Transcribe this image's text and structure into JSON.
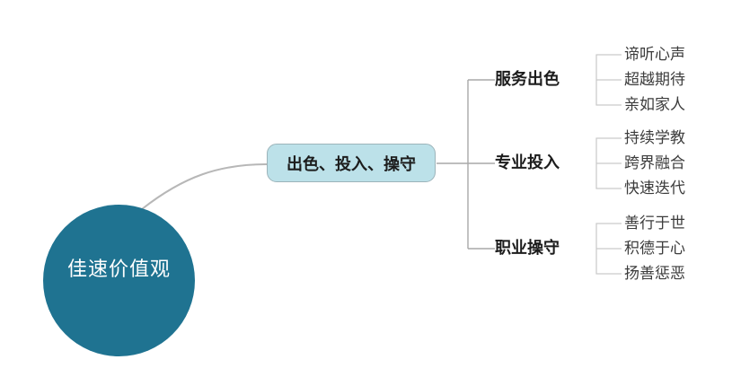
{
  "colors": {
    "root_fill": "#1f7391",
    "root_text": "#ffffff",
    "center_fill": "#bce1e9",
    "center_border": "#9cb4ba",
    "line": "#a9a9a9",
    "bracket": "#c9c9c9",
    "curve": "#b7b7b7",
    "node_text": "#1c1c1c",
    "leaf_text": "#3c3c3c"
  },
  "root": {
    "label": "佳速价值观"
  },
  "center": {
    "label": "出色、投入、操守"
  },
  "branches": [
    {
      "label": "服务出色",
      "leaves": [
        "谛听心声",
        "超越期待",
        "亲如家人"
      ]
    },
    {
      "label": "专业投入",
      "leaves": [
        "持续学教",
        "跨界融合",
        "快速迭代"
      ]
    },
    {
      "label": "职业操守",
      "leaves": [
        "善行于世",
        "积德于心",
        "扬善惩恶"
      ]
    }
  ]
}
